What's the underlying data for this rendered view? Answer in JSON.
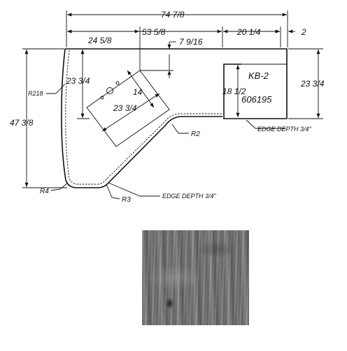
{
  "dimensions": {
    "overall_width": "74 7/8",
    "left_run": "24 5/8",
    "middle_run": "53 5/8",
    "notch_width": "20 1/4",
    "end_return": "2",
    "sink_offset": "7 9/16",
    "left_depth": "23 3/4",
    "right_depth": "23 3/4",
    "overall_depth": "47 3/8",
    "cutout_height": "18 1/2",
    "sink_width": "14",
    "sink_length": "23 3/4"
  },
  "labels": {
    "radius_218": "R218",
    "radius_2": "R2",
    "radius_3": "R3",
    "radius_4": "R4",
    "model": "KB-2",
    "part_number": "606195",
    "edge_depth_right": "EDGE DEPTH 3/4\"",
    "edge_depth_bottom": "EDGE DEPTH 3/4\""
  },
  "swatch": {
    "colors": [
      "#5e5e5e",
      "#747474",
      "#8a8a8a"
    ]
  }
}
